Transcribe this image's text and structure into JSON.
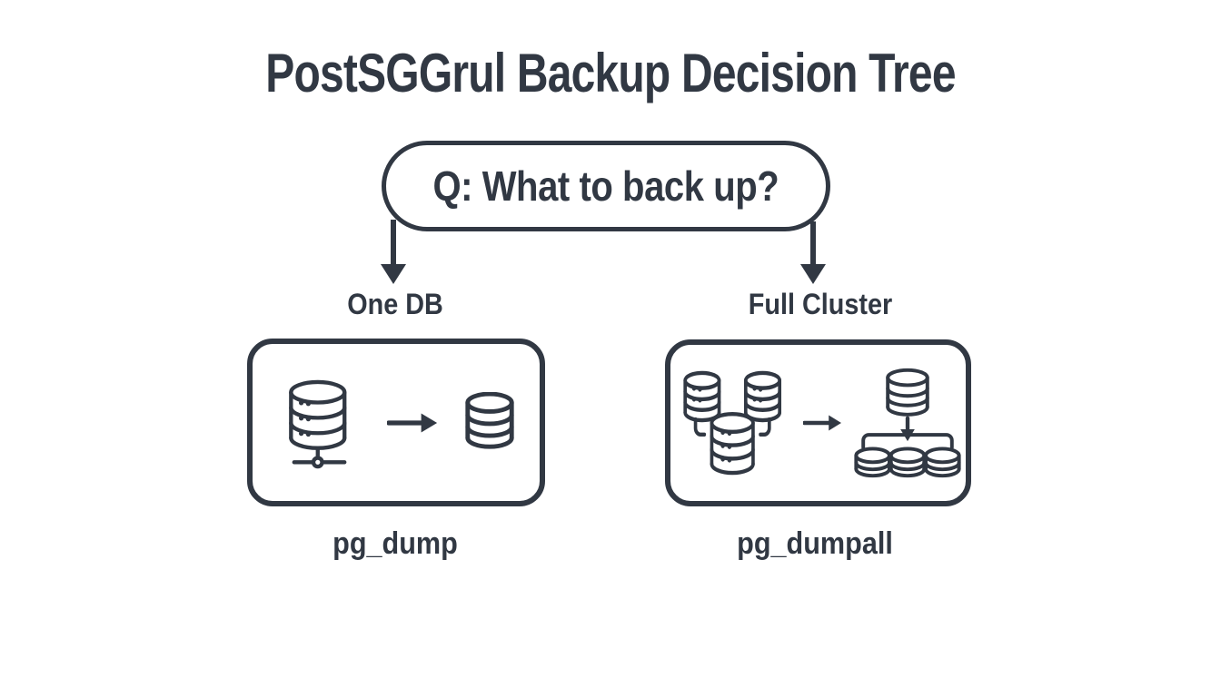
{
  "title": "PostSGGrul Backup Decision Tree",
  "question": {
    "label": "Q: What to back up?"
  },
  "branches": [
    {
      "label": "One DB",
      "tool": "pg_dump",
      "box_icons": [
        "database-server-network-icon",
        "arrow-right-icon",
        "database-icon"
      ]
    },
    {
      "label": "Full Cluster",
      "tool": "pg_dumpall",
      "box_icons": [
        "database-cluster-icon",
        "arrow-right-icon",
        "database-fanout-icon"
      ]
    }
  ],
  "colors": {
    "ink": "#313843",
    "background": "#ffffff"
  }
}
